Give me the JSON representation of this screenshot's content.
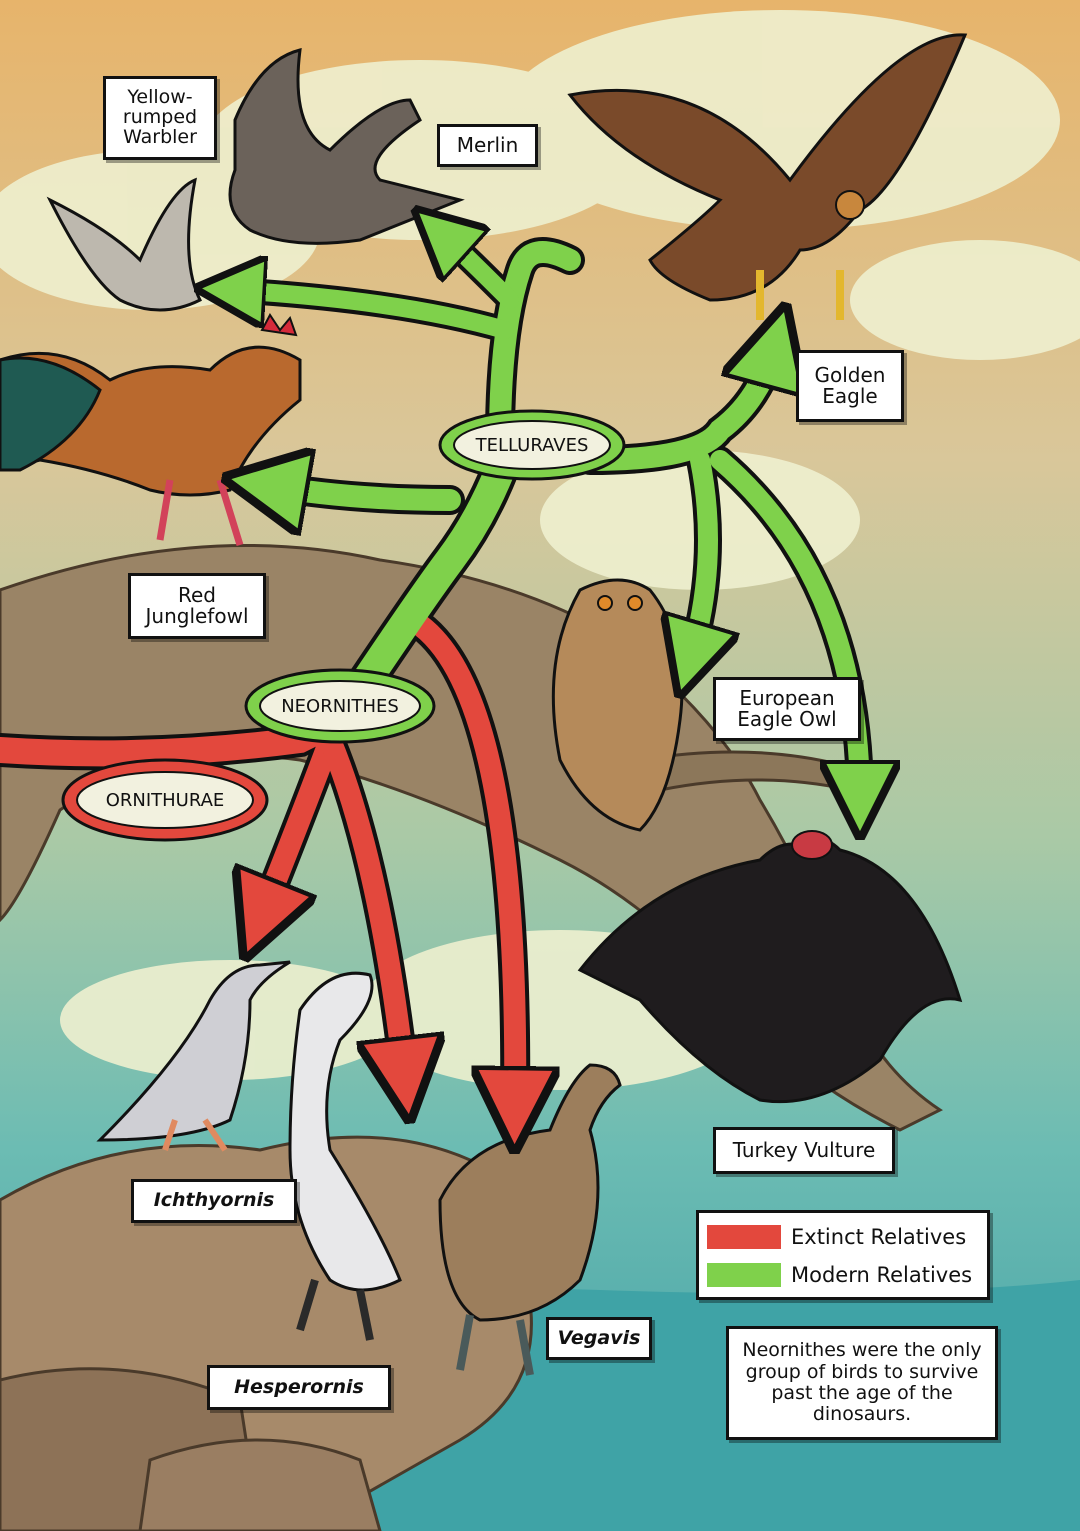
{
  "colors": {
    "extinct": "#e3483d",
    "modern": "#7fd14b",
    "outline": "#111111",
    "sky_top": "#e8b56a",
    "sea": "#3fa3a6"
  },
  "nodes": {
    "telluraves": "TELLURAVES",
    "neornithes": "NEORNITHES",
    "ornithurae": "ORNITHURAE"
  },
  "birds": {
    "yellow_rumped_warbler": "Yellow-\nrumped\nWarbler",
    "merlin": "Merlin",
    "golden_eagle": "Golden\nEagle",
    "red_junglefowl": "Red\nJunglefowl",
    "european_eagle_owl": "European\nEagle Owl",
    "turkey_vulture": "Turkey Vulture",
    "ichthyornis": "Ichthyornis",
    "hesperornis": "Hesperornis",
    "vegavis": "Vegavis"
  },
  "legend": {
    "extinct_label": "Extinct Relatives",
    "modern_label": "Modern Relatives"
  },
  "note": "Neornithes were the only group of birds to survive past the age of the dinosaurs."
}
